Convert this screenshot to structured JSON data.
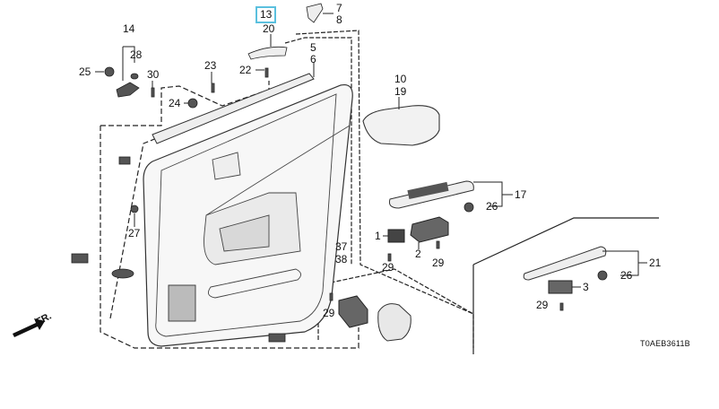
{
  "diagram": {
    "title_code": "T0AEB3611B",
    "direction_label": "FR.",
    "highlighted_part": "13",
    "highlight_color": "#5bc0de",
    "line_color": "#222222",
    "parts": {
      "p1": "1",
      "p2": "2",
      "p3": "3",
      "p5": "5",
      "p6": "6",
      "p7": "7",
      "p8": "8",
      "p10": "10",
      "p13": "13",
      "p14": "14",
      "p17": "17",
      "p19": "19",
      "p20": "20",
      "p21": "21",
      "p22": "22",
      "p23": "23",
      "p24": "24",
      "p25": "25",
      "p26a": "26",
      "p26b": "26",
      "p27": "27",
      "p28": "28",
      "p29a": "29",
      "p29b": "29",
      "p29c": "29",
      "p29d": "29",
      "p30": "30",
      "p37": "37",
      "p38": "38"
    }
  }
}
